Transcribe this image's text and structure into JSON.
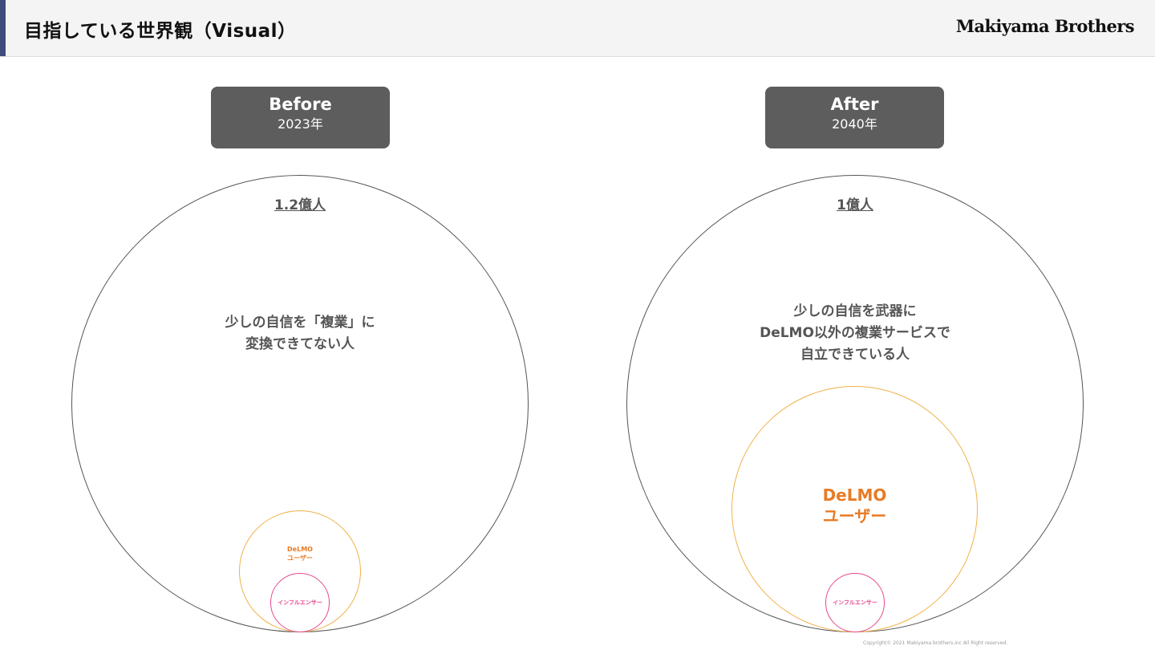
{
  "header": {
    "title": "目指している世界観（Visual）",
    "brand": "Makiyama Brothers",
    "accent_color": "#3f4d7c"
  },
  "before": {
    "label": "Before",
    "year": "2023年",
    "population": "1.2億人",
    "description": "少しの自信を「複業」に\n変換できてない人",
    "delmo_label": "DeLMO\nユーザー",
    "influencer_label": "インフルエンサー"
  },
  "after": {
    "label": "After",
    "year": "2040年",
    "population": "1億人",
    "description": "少しの自信を武器に\nDeLMO以外の複業サービスで\n自立できている人",
    "delmo_label": "DeLMO\nユーザー",
    "influencer_label": "インフルエンサー"
  },
  "footer": {
    "copyright": "Copyright© 2021 Makiyama brothers.inc All Right reserved."
  },
  "colors": {
    "label_box": "#5d5d5d",
    "orange": "#f0b24a",
    "orange_text": "#e87b25",
    "pink": "#e4498f"
  }
}
